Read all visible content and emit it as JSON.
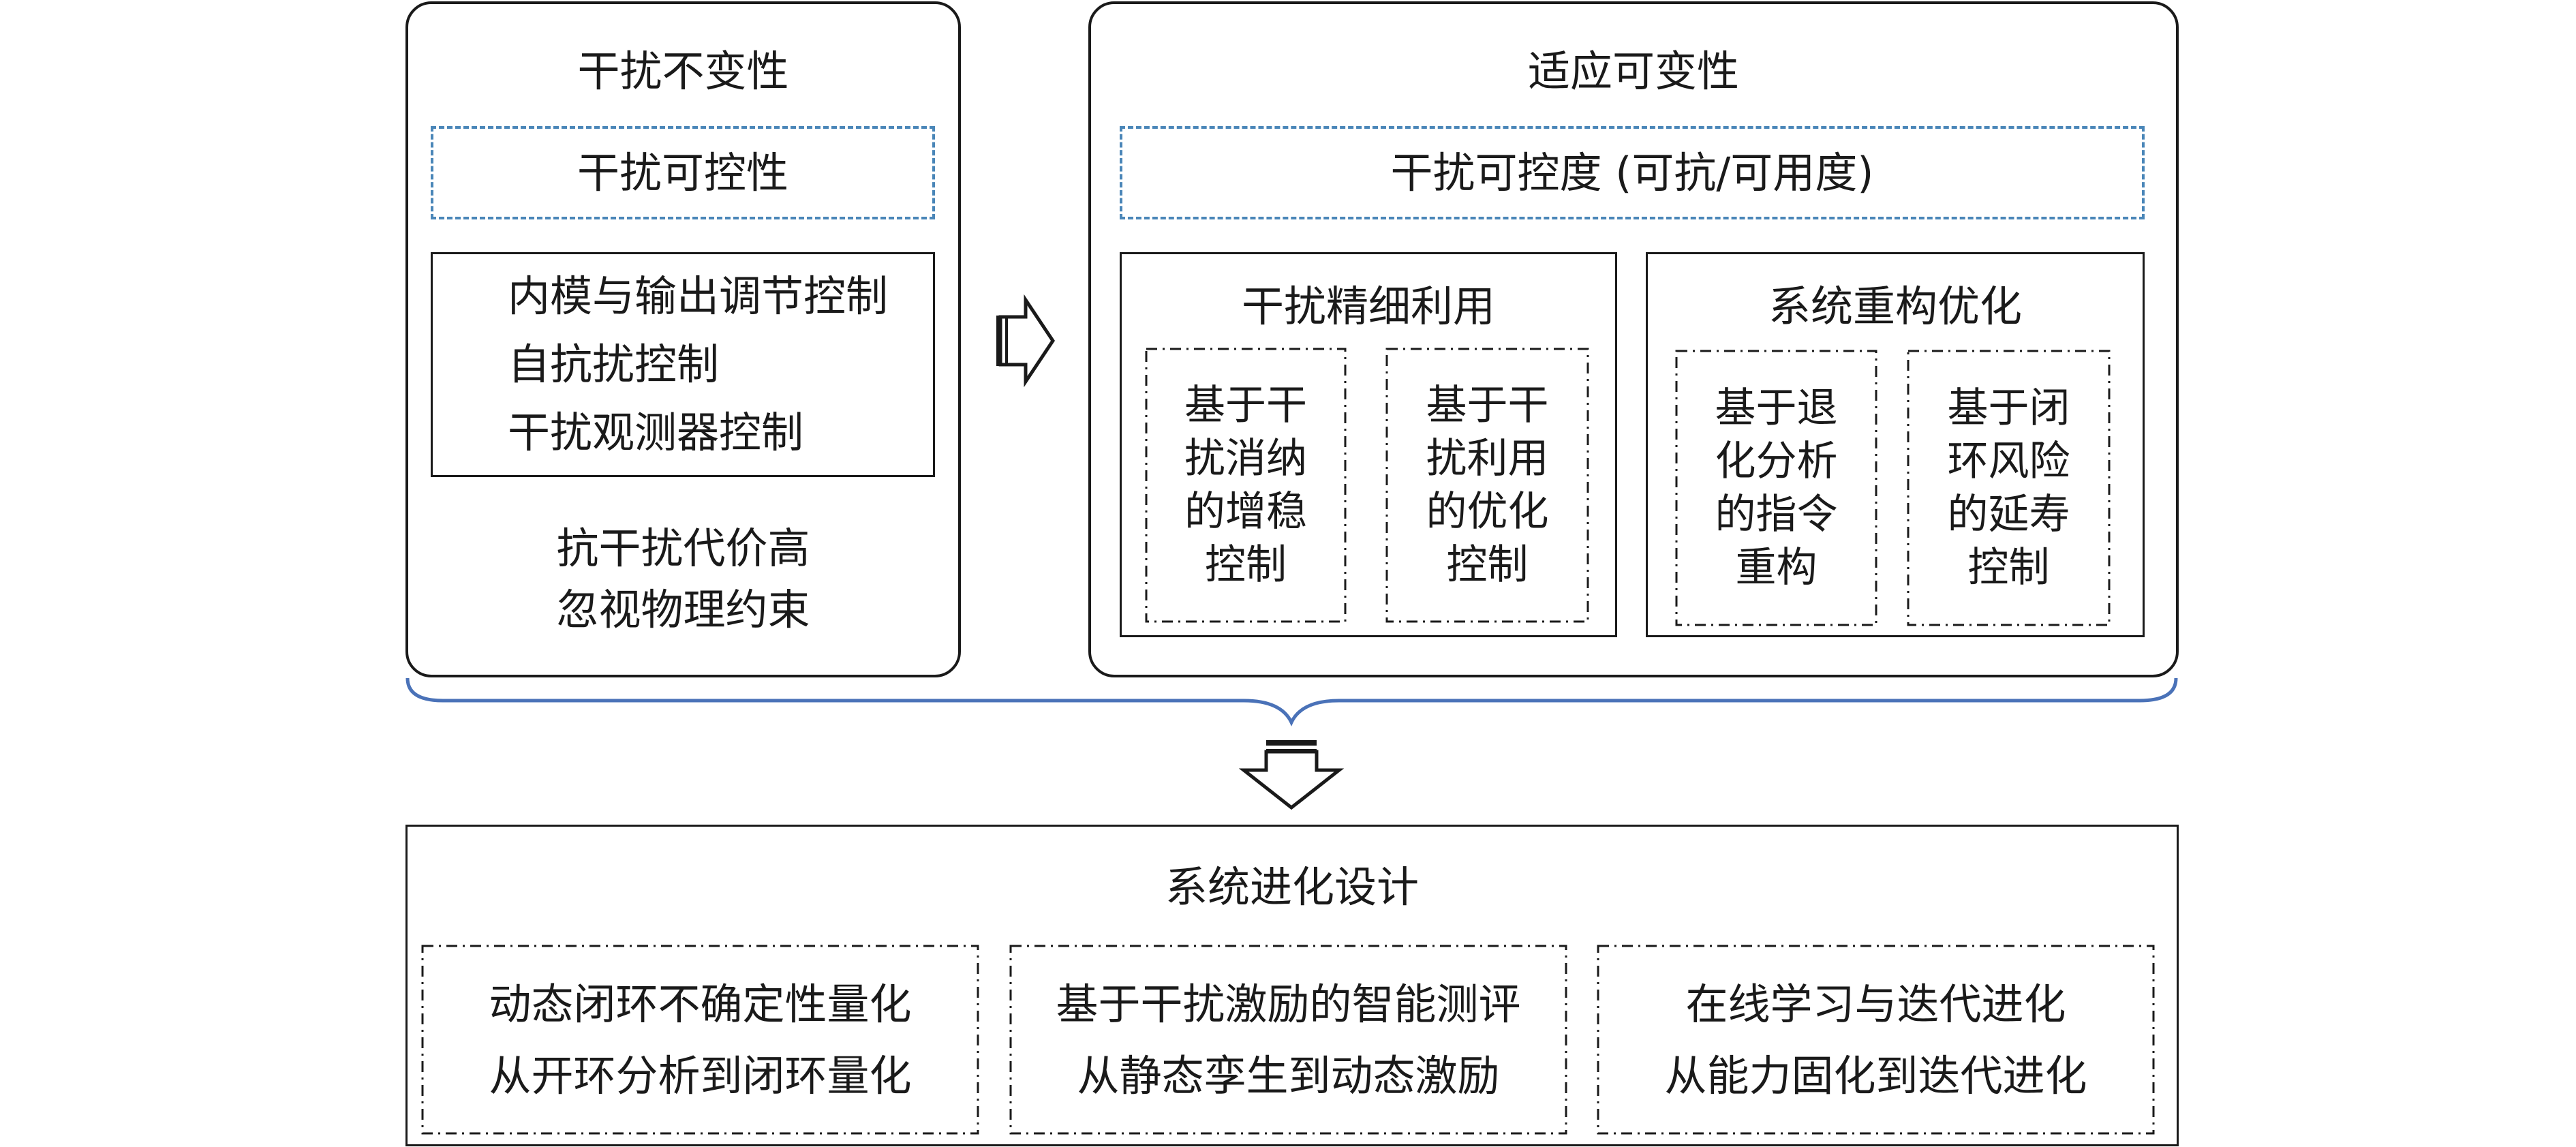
{
  "invariance": {
    "title": "干扰不变性",
    "subtitle": "干扰可控性",
    "methods": [
      "内模与输出调节控制",
      "自抗扰控制",
      "干扰观测器控制"
    ],
    "drawbacks": [
      "抗干扰代价高",
      "忽视物理约束"
    ]
  },
  "adaptive": {
    "title": "适应可变性",
    "subtitle": "干扰可控度 (可抗/可用度)",
    "groups": [
      {
        "title": "干扰精细利用",
        "items": [
          [
            "基于干",
            "扰消纳",
            "的增稳",
            "控制"
          ],
          [
            "基于干",
            "扰利用",
            "的优化",
            "控制"
          ]
        ]
      },
      {
        "title": "系统重构优化",
        "items": [
          [
            "基于退",
            "化分析",
            "的指令",
            "重构"
          ],
          [
            "基于闭",
            "环风险",
            "的延寿",
            "控制"
          ]
        ]
      }
    ]
  },
  "evolution": {
    "title": "系统进化设计",
    "items": [
      [
        "动态闭环不确定性量化",
        "从开环分析到闭环量化"
      ],
      [
        "基于干扰激励的智能测评",
        "从静态孪生到动态激励"
      ],
      [
        "在线学习与迭代进化",
        "从能力固化到迭代进化"
      ]
    ]
  },
  "colors": {
    "border": "#1a1a1a",
    "accent_blue": "#4a86b8"
  },
  "icons": [
    "right-arrow-icon",
    "down-arrow-icon",
    "curly-brace-icon"
  ]
}
